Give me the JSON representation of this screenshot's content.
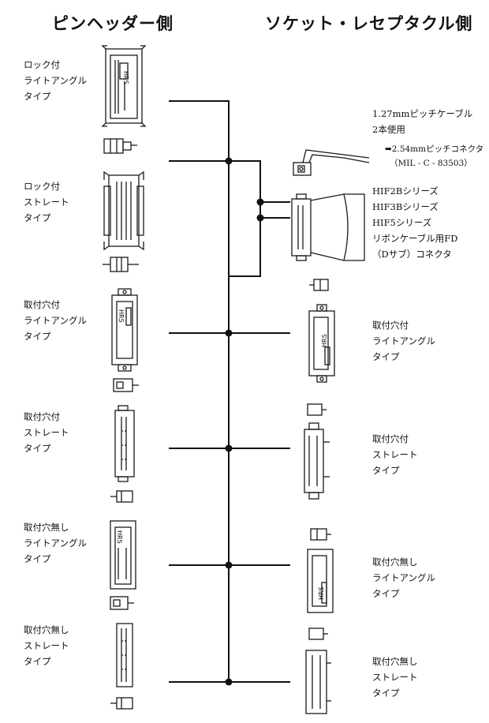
{
  "headers": {
    "pin_header": "ピンヘッダー側",
    "socket": "ソケット・レセプタクル側"
  },
  "left_labels": [
    [
      "ロック付",
      "ライトアングル",
      "タイプ"
    ],
    [
      "ロック付",
      "ストレート",
      "タイプ"
    ],
    [
      "取付穴付",
      "ライトアングル",
      "タイプ"
    ],
    [
      "取付穴付",
      "ストレート",
      "タイプ"
    ],
    [
      "取付穴無し",
      "ライトアングル",
      "タイプ"
    ],
    [
      "取付穴無し",
      "ストレート",
      "タイプ"
    ]
  ],
  "right_labels": {
    "cable": [
      "1.27mmピッチケーブル",
      "2本使用"
    ],
    "cable_sub": [
      "➡2.54mmピッチコネクタ",
      "（MIL - C - 83503）"
    ],
    "series": [
      "HIF2Bシリーズ",
      "HIF3Bシリーズ",
      "HIF5シリーズ",
      "リボンケーブル用FD",
      "（Dサブ）コネクタ"
    ],
    "types": [
      [
        "取付穴付",
        "ライトアングル",
        "タイプ"
      ],
      [
        "取付穴付",
        "ストレート",
        "タイプ"
      ],
      [
        "取付穴無し",
        "ライトアングル",
        "タイプ"
      ],
      [
        "取付穴無し",
        "ストレート",
        "タイプ"
      ]
    ]
  },
  "brand_mark": "HRS"
}
